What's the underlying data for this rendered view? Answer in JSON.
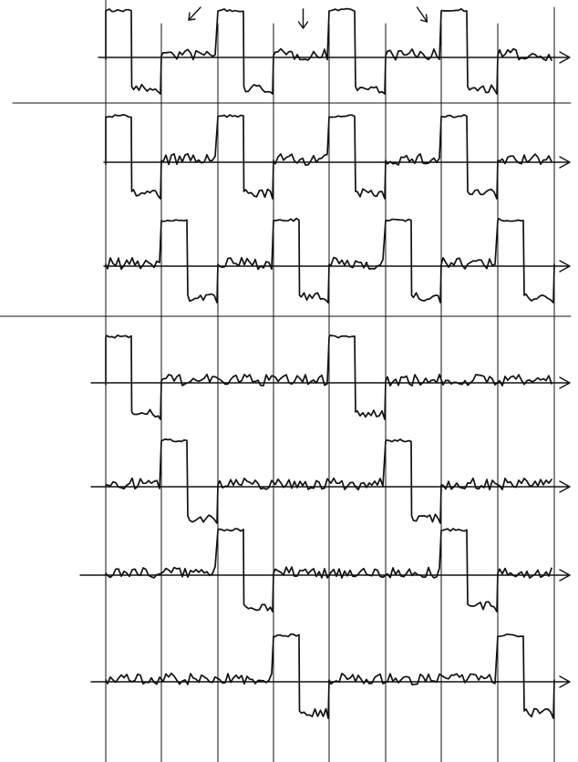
{
  "diagram": {
    "description_free": true,
    "time_slots": 8,
    "groups": [
      {
        "id": "group-1",
        "rows": [
          {
            "id": "row-1",
            "pulses": [
              0,
              2,
              4,
              6
            ],
            "arrows": [
              {
                "slot": 1,
                "dir": "down-left"
              },
              {
                "slot": 3,
                "dir": "down"
              },
              {
                "slot": 5,
                "dir": "down-right"
              }
            ]
          }
        ]
      },
      {
        "id": "group-2",
        "rows": [
          {
            "id": "row-2",
            "pulses": [
              0,
              2,
              4,
              6
            ]
          },
          {
            "id": "row-3",
            "pulses": [
              1,
              3,
              5,
              7
            ]
          }
        ]
      },
      {
        "id": "group-3",
        "rows": [
          {
            "id": "row-4",
            "pulses": [
              0,
              4
            ]
          },
          {
            "id": "row-5",
            "pulses": [
              1,
              5
            ]
          },
          {
            "id": "row-6",
            "pulses": [
              2,
              6
            ]
          },
          {
            "id": "row-7",
            "pulses": [
              3,
              7
            ]
          }
        ]
      }
    ]
  }
}
